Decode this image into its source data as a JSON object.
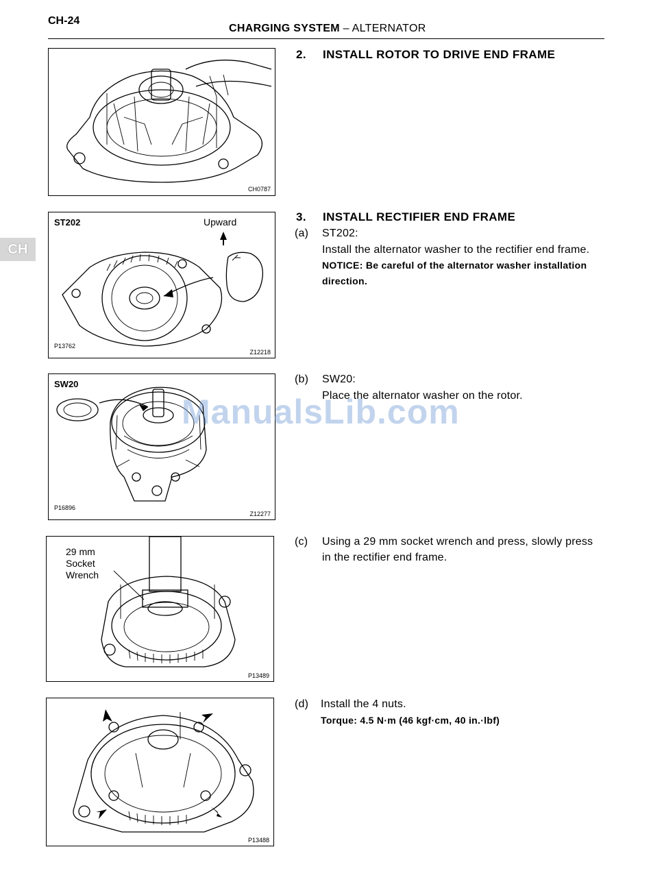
{
  "header": {
    "page_number": "CH-24",
    "title_bold": "CHARGING SYSTEM",
    "title_dash": " – ",
    "title_rest": "ALTERNATOR",
    "side_tab": "CH"
  },
  "figures": [
    {
      "code": "CH0787"
    },
    {
      "label": "ST202",
      "note": "Upward",
      "ref": "P13762",
      "code": "Z12218"
    },
    {
      "label": "SW20",
      "ref": "P16896",
      "code": "Z12277"
    },
    {
      "note_lines": [
        "29 mm",
        "Socket",
        "Wrench"
      ],
      "code": "P13489"
    },
    {
      "code": "P13488"
    }
  ],
  "steps": {
    "s2": {
      "num": "2.",
      "title": "INSTALL ROTOR TO DRIVE END FRAME"
    },
    "s3": {
      "num": "3.",
      "title": "INSTALL RECTIFIER END FRAME"
    },
    "a": {
      "mark": "(a)",
      "head": "ST202:",
      "text": "Install the alternator washer to the rectifier end frame.",
      "notice_1": "NOTICE: Be careful of the alternator washer installation",
      "notice_2": "direction."
    },
    "b": {
      "mark": "(b)",
      "head": "SW20:",
      "text": "Place the alternator washer on the rotor."
    },
    "c": {
      "mark": "(c)",
      "text_1": "Using a 29 mm socket wrench and press, slowly press",
      "text_2": "in the rectifier end frame."
    },
    "d": {
      "mark": "(d)",
      "text": "Install the 4 nuts.",
      "torque": "Torque: 4.5 N·m (46 kgf·cm, 40 in.·lbf)"
    }
  },
  "watermark": "ManualsLib.com"
}
